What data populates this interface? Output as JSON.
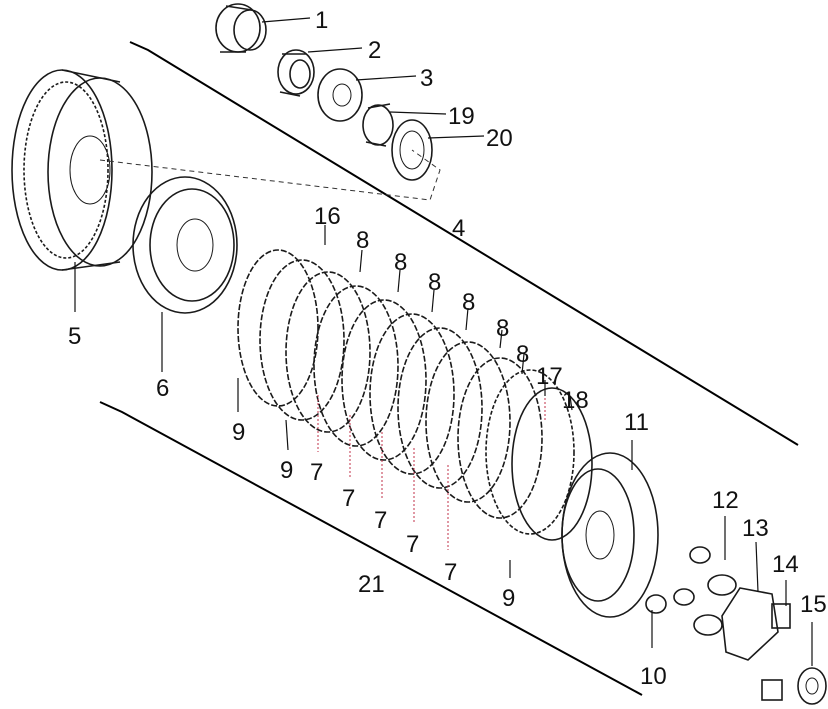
{
  "labels": {
    "l1": "1",
    "l2": "2",
    "l3": "3",
    "l19": "19",
    "l20": "20",
    "l4": "4",
    "l16": "16",
    "l8a": "8",
    "l8b": "8",
    "l8c": "8",
    "l8d": "8",
    "l8e": "8",
    "l8f": "8",
    "l17": "17",
    "l18": "18",
    "l11": "11",
    "l5": "5",
    "l6": "6",
    "l9a": "9",
    "l9b": "9",
    "l9c": "9",
    "l7a": "7",
    "l7b": "7",
    "l7c": "7",
    "l7d": "7",
    "l7e": "7",
    "l12": "12",
    "l13": "13",
    "l14": "14",
    "l15": "15",
    "l10": "10",
    "l21": "21"
  },
  "colors": {
    "line": "#1a1a1a",
    "leader_accent": "#c0304a",
    "background": "#ffffff"
  }
}
